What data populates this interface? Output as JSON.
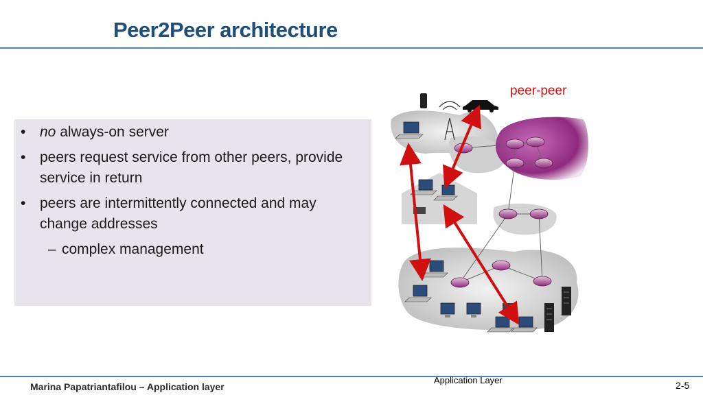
{
  "slide": {
    "title": "Peer2Peer architecture"
  },
  "bullets": {
    "item1_em": "no",
    "item1_rest": " always-on server",
    "item2": "peers request service from other peers, provide service in return",
    "item3": "peers are intermittently connected and may change addresses",
    "sub1": "complex management"
  },
  "figure": {
    "label": "peer-peer",
    "arrow_color": "#d01010",
    "cloud_color": "#c8c8c8",
    "isp_color": "#8e2a7e"
  },
  "footer": {
    "author": "Marina Papatriantafilou –  Application layer",
    "section": "Application Layer",
    "page": "2-5"
  }
}
